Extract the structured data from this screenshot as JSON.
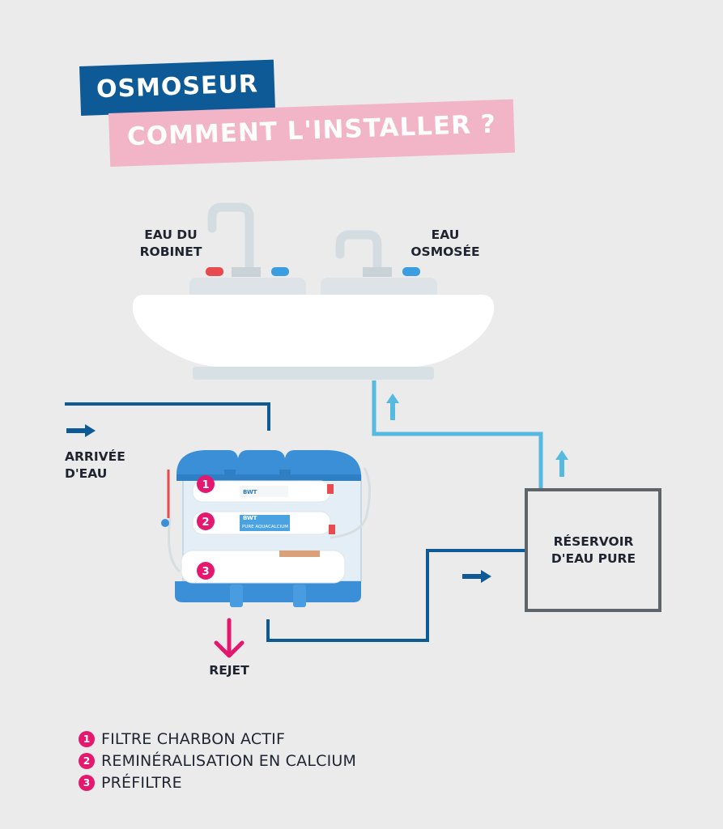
{
  "title": "OSMOSEUR",
  "subtitle": "COMMENT L'INSTALLER ?",
  "labels": {
    "tap_water_line1": "EAU DU",
    "tap_water_line2": "ROBINET",
    "osmosis_water_line1": "EAU",
    "osmosis_water_line2": "OSMOSÉE",
    "water_inlet_line1": "ARRIVÉE",
    "water_inlet_line2": "D'EAU",
    "reservoir_line1": "RÉSERVOIR",
    "reservoir_line2": "D'EAU PURE",
    "reject": "REJET"
  },
  "unit_labels": {
    "brand": "BWT",
    "filter2_text": "PURE AQUACALCIUM"
  },
  "legend": [
    {
      "number": "1",
      "text": "FILTRE CHARBON ACTIF"
    },
    {
      "number": "2",
      "text": "REMINÉRALISATION EN CALCIUM"
    },
    {
      "number": "3",
      "text": "PRÉFILTRE"
    }
  ],
  "colors": {
    "background": "#ebebeb",
    "title_blue": "#0e5a96",
    "subtitle_pink": "#f2b4c7",
    "pipe_dark_blue": "#0e5a96",
    "pipe_light_blue": "#55b9e0",
    "reject_pink": "#e6176e",
    "reservoir_border": "#5e6468",
    "faucet_grey": "#cfd8dc",
    "filter_housing_blue": "#3b8fd6"
  }
}
